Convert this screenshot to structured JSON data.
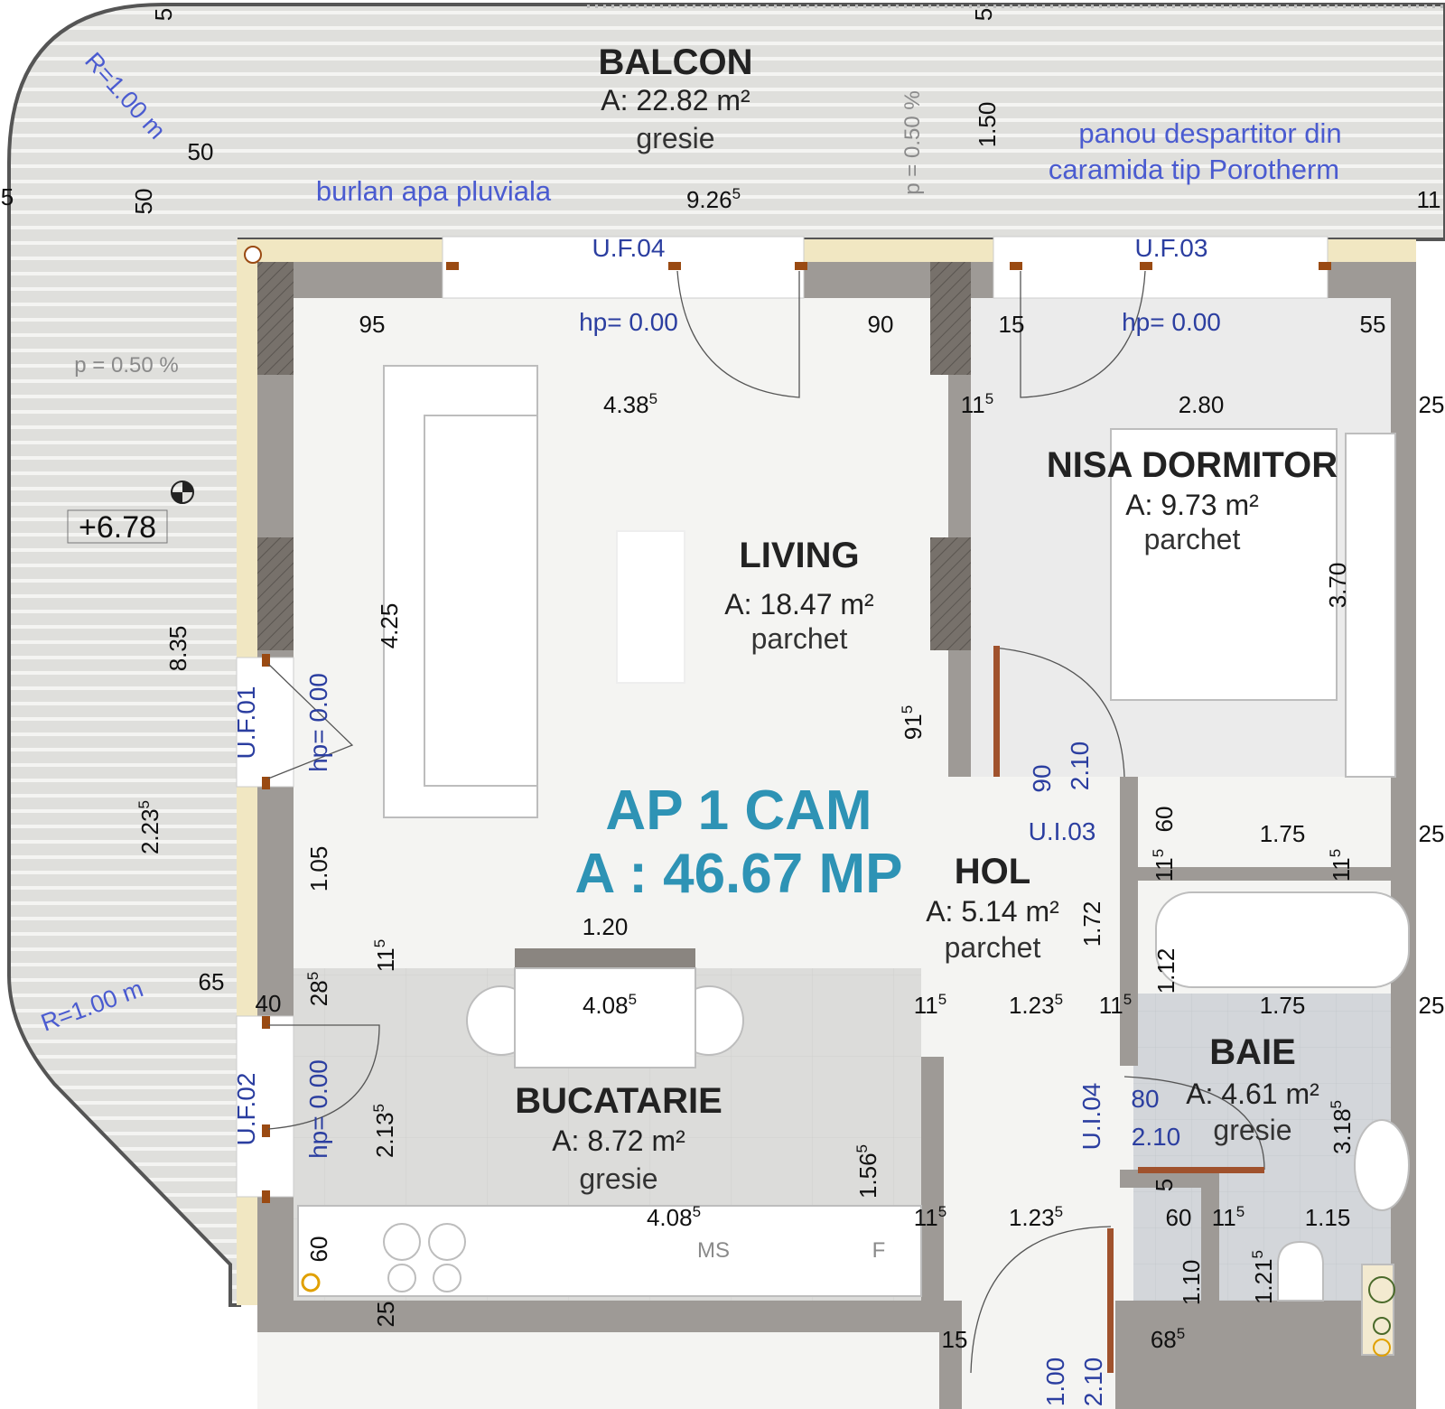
{
  "plan_title": {
    "line1": "AP 1 CAM",
    "line2": "A : 46.67 MP"
  },
  "rooms": [
    {
      "name": "BALCON",
      "area": "A: 22.82 m²",
      "finish": "gresie"
    },
    {
      "name": "LIVING",
      "area": "A: 18.47 m²",
      "finish": "parchet"
    },
    {
      "name": "NISA DORMITOR",
      "area": "A: 9.73 m²",
      "finish": "parchet"
    },
    {
      "name": "HOL",
      "area": "A: 5.14 m²",
      "finish": "parchet"
    },
    {
      "name": "BUCATARIE",
      "area": "A: 8.72 m²",
      "finish": "gresie"
    },
    {
      "name": "BAIE",
      "area": "A: 4.61 m²",
      "finish": "gresie"
    }
  ],
  "openings": {
    "uf04": "U.F.04",
    "uf03": "U.F.03",
    "uf01": "U.F.01",
    "uf02": "U.F.02",
    "ui03": "U.I.03",
    "ui04": "U.I.04",
    "hp": "hp= 0.00",
    "ui03_w": "90",
    "ui03_h": "2.10",
    "ui04_w": "80",
    "ui04_h": "2.10",
    "entry_w": "1.00",
    "entry_h": "2.10"
  },
  "notes": {
    "downpipe": "burlan apa pluviala",
    "partition_1": "panou despartitor din",
    "partition_2": "caramida tip Porotherm",
    "slope": "p = 0.50 %",
    "radius": "R=1.00 m",
    "elevation": "+6.78",
    "microwave": "MS",
    "fridge": "F"
  },
  "dims": [
    {
      "v": "5"
    },
    {
      "v": "5"
    },
    {
      "v": "50"
    },
    {
      "v": "50"
    },
    {
      "v": "5"
    },
    {
      "v": "9.26",
      "s": "5"
    },
    {
      "v": "1.50"
    },
    {
      "v": "11"
    },
    {
      "v": "95"
    },
    {
      "v": "90"
    },
    {
      "v": "15"
    },
    {
      "v": "55"
    },
    {
      "v": "4.38",
      "s": "5"
    },
    {
      "v": "11",
      "s": "5"
    },
    {
      "v": "2.80"
    },
    {
      "v": "25"
    },
    {
      "v": "3.70"
    },
    {
      "v": "4.25"
    },
    {
      "v": "8.35"
    },
    {
      "v": "91",
      "s": "5"
    },
    {
      "v": "60"
    },
    {
      "v": "1.75"
    },
    {
      "v": "25"
    },
    {
      "v": "2.23",
      "s": "5"
    },
    {
      "v": "1.05"
    },
    {
      "v": "11",
      "s": "5"
    },
    {
      "v": "11",
      "s": "5"
    },
    {
      "v": "1.20"
    },
    {
      "v": "1.72"
    },
    {
      "v": "1.12"
    },
    {
      "v": "11",
      "s": "5"
    },
    {
      "v": "65"
    },
    {
      "v": "40"
    },
    {
      "v": "28",
      "s": "5"
    },
    {
      "v": "4.08",
      "s": "5"
    },
    {
      "v": "11",
      "s": "5"
    },
    {
      "v": "1.23",
      "s": "5"
    },
    {
      "v": "11",
      "s": "5"
    },
    {
      "v": "1.75"
    },
    {
      "v": "25"
    },
    {
      "v": "2.13",
      "s": "5"
    },
    {
      "v": "1.56",
      "s": "5"
    },
    {
      "v": "3.18",
      "s": "5"
    },
    {
      "v": "5"
    },
    {
      "v": "4.08",
      "s": "5"
    },
    {
      "v": "11",
      "s": "5"
    },
    {
      "v": "1.23",
      "s": "5"
    },
    {
      "v": "60"
    },
    {
      "v": "11",
      "s": "5"
    },
    {
      "v": "1.15"
    },
    {
      "v": "60"
    },
    {
      "v": "1.21",
      "s": "5"
    },
    {
      "v": "1.10"
    },
    {
      "v": "25"
    },
    {
      "v": "15"
    },
    {
      "v": "68",
      "s": "5"
    }
  ],
  "colors": {
    "accent": "#2e93b5",
    "annotation": "#2b3ea0",
    "wall": "#9e9a96",
    "door": "#a0522d"
  }
}
